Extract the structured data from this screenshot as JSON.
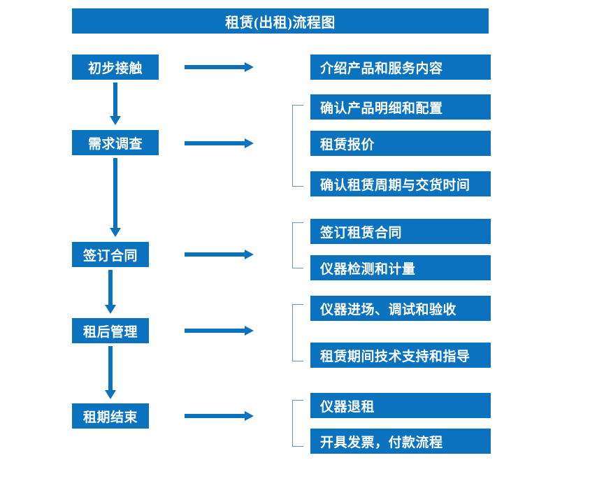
{
  "diagram": {
    "title": "租赁(出租)流程图",
    "accent_color": "#0a72bf",
    "bracket_color": "#6f94c4",
    "text_color": "#ffffff",
    "background_color": "#ffffff"
  },
  "stages": [
    {
      "id": "stage-1",
      "label": "初步接触"
    },
    {
      "id": "stage-2",
      "label": "需求调查"
    },
    {
      "id": "stage-3",
      "label": "签订合同"
    },
    {
      "id": "stage-4",
      "label": "租后管理"
    },
    {
      "id": "stage-5",
      "label": "租期结束"
    }
  ],
  "details": [
    {
      "id": "detail-1",
      "label": "介绍产品和服务内容"
    },
    {
      "id": "detail-2",
      "label": "确认产品明细和配置"
    },
    {
      "id": "detail-3",
      "label": "租赁报价"
    },
    {
      "id": "detail-4",
      "label": "确认租赁周期与交货时间"
    },
    {
      "id": "detail-5",
      "label": "签订租赁合同"
    },
    {
      "id": "detail-6",
      "label": "仪器检测和计量"
    },
    {
      "id": "detail-7",
      "label": "仪器进场、调试和验收"
    },
    {
      "id": "detail-8",
      "label": "租赁期间技术支持和指导"
    },
    {
      "id": "detail-9",
      "label": "仪器退租"
    },
    {
      "id": "detail-10",
      "label": "开具发票，付款流程"
    }
  ],
  "connectors": {
    "right_arrow_count": 5,
    "down_arrow_count": 4,
    "bracket_count": 4
  }
}
